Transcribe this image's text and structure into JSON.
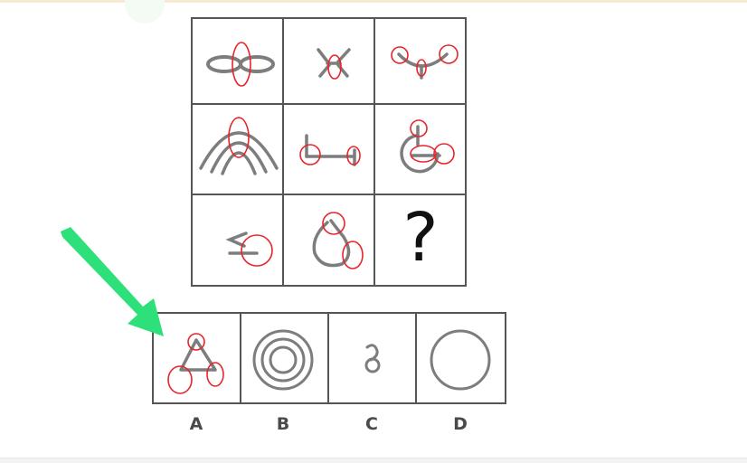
{
  "puzzle": {
    "question_mark": "?",
    "options": [
      {
        "label": "A"
      },
      {
        "label": "B"
      },
      {
        "label": "C"
      },
      {
        "label": "D"
      }
    ],
    "correct_option": "A"
  },
  "colors": {
    "grid_line": "#555555",
    "figure_stroke": "#7d7d7d",
    "highlight_circle": "#e8242c",
    "arrow": "#2ee07a"
  }
}
